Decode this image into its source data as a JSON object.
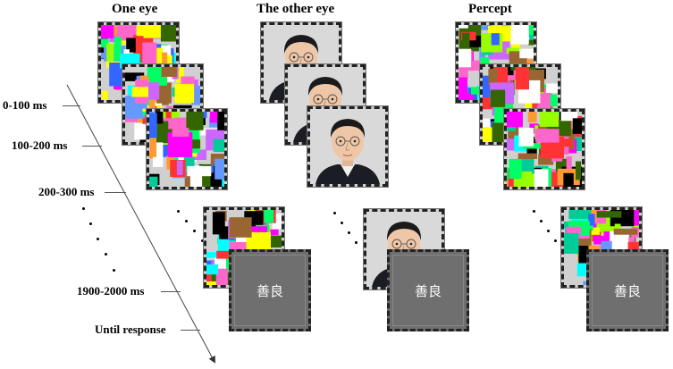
{
  "columns": {
    "one_eye": "One eye",
    "other_eye": "The other eye",
    "percept": "Percept"
  },
  "timeline": {
    "labels": [
      "0-100 ms",
      "100-200 ms",
      "200-300 ms",
      "1900-2000 ms",
      "Until response"
    ]
  },
  "word": "善良",
  "colors": {
    "mask_palette": [
      "#ff00ff",
      "#00ff66",
      "#3366ff",
      "#ffff00",
      "#00ffff",
      "#ff3333",
      "#ffffff",
      "#000000",
      "#99ff00",
      "#cc66ff",
      "#ff9933",
      "#336600",
      "#ff66cc",
      "#6699ff",
      "#00cc99",
      "#996633"
    ],
    "word_background": "#6f6f6f",
    "word_text": "#ffffff"
  }
}
